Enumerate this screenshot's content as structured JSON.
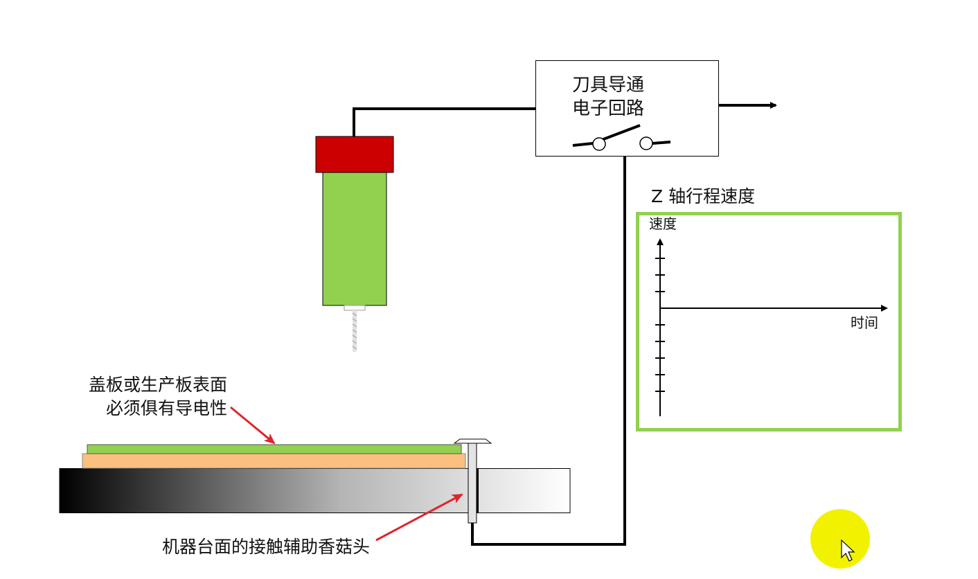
{
  "circuit_box": {
    "line1": "刀具导通",
    "line2": "电子回路"
  },
  "chart_panel": {
    "title": "Z 轴行程速度",
    "y_label": "速度",
    "x_label": "时间"
  },
  "labels": {
    "cover_board_line1": "盖板或生产板表面",
    "cover_board_line2": "必须俱有导电性",
    "mushroom_head": "机器台面的接触辅助香菇头"
  },
  "colors": {
    "spindle_cap": "#cc0000",
    "spindle_body": "#92d050",
    "cover_board": "#92d050",
    "production_board": "#fbbf80",
    "chart_border": "#92d050",
    "arrow": "#e0242c",
    "cursor_highlight": "#f2f200"
  },
  "icons": {
    "cursor": "mouse-pointer-icon"
  }
}
